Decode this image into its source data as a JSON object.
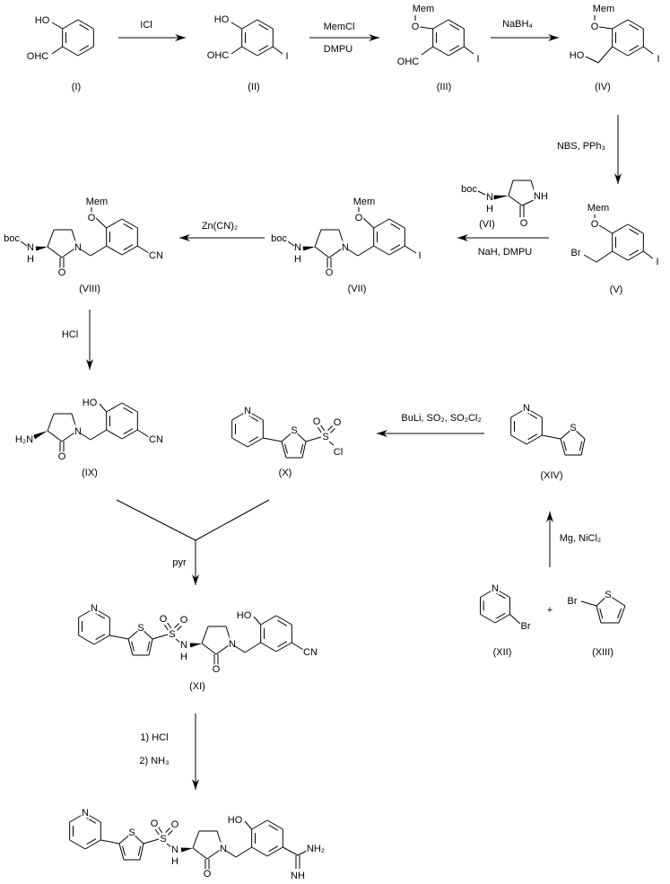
{
  "reagents": {
    "icl": "ICl",
    "memcl": "MemCl",
    "dmpu": "DMPU",
    "nabh4": "NaBH₄",
    "nbs": "NBS, PPh₃",
    "nah": "NaH, DMPU",
    "zncn": "Zn(CN)₂",
    "hcl": "HCl",
    "buli": "BuLi, SO₂, SO₂Cl₂",
    "mg": "Mg, NiCl₂",
    "pyr": "pyr",
    "step1": "1)  HCl",
    "step2": "2)  NH₃"
  },
  "compounds": {
    "I": "(I)",
    "II": "(II)",
    "III": "(III)",
    "IV": "(IV)",
    "V": "(V)",
    "VI": "(VI)",
    "VII": "(VII)",
    "VIII": "(VIII)",
    "IX": "(IX)",
    "X": "(X)",
    "XI": "(XI)",
    "XII": "(XII)",
    "XIII": "(XIII)",
    "XIV": "(XIV)"
  },
  "atoms": {
    "HO": "HO",
    "OHC": "OHC",
    "I": "I",
    "O": "O",
    "Mem": "Mem",
    "Br": "Br",
    "boc": "boc",
    "H": "H",
    "N": "N",
    "NH": "NH",
    "CN": "CN",
    "H2N": "H₂N",
    "S": "S",
    "Cl": "Cl",
    "NH2": "NH₂",
    "plus": "+"
  }
}
